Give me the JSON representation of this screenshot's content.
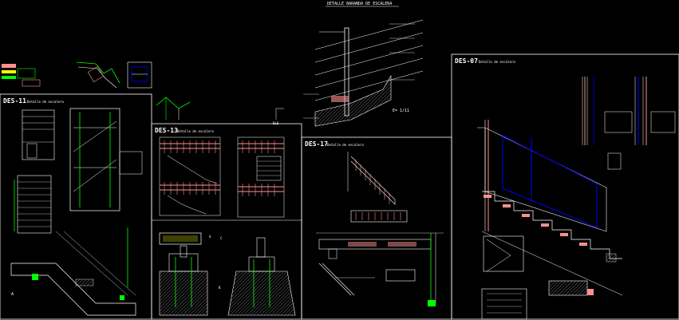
{
  "drawing": {
    "top_title": "DETALLE BARANDA DE ESCALERA",
    "scale_note": "E= 1/11",
    "small_tag": "ELE",
    "colors": {
      "background": "#000000",
      "frame": "#ffffff",
      "railing": "#ff8f8f",
      "steel": "#00ff00",
      "glass_frame": "#0000ff",
      "hatch": "#bbbbbb",
      "accent": "#ffff00"
    },
    "sheets": [
      {
        "id": "DES-11",
        "subtitle": "Detalle de escalera"
      },
      {
        "id": "DES-13",
        "subtitle": "Detalle de escalera"
      },
      {
        "id": "DES-17",
        "subtitle": "Detalle de escalera"
      },
      {
        "id": "DES-07",
        "subtitle": "Detalle de escalera"
      }
    ],
    "marks": {
      "section_a": "A",
      "section_b": "B",
      "section_c": "C"
    }
  }
}
